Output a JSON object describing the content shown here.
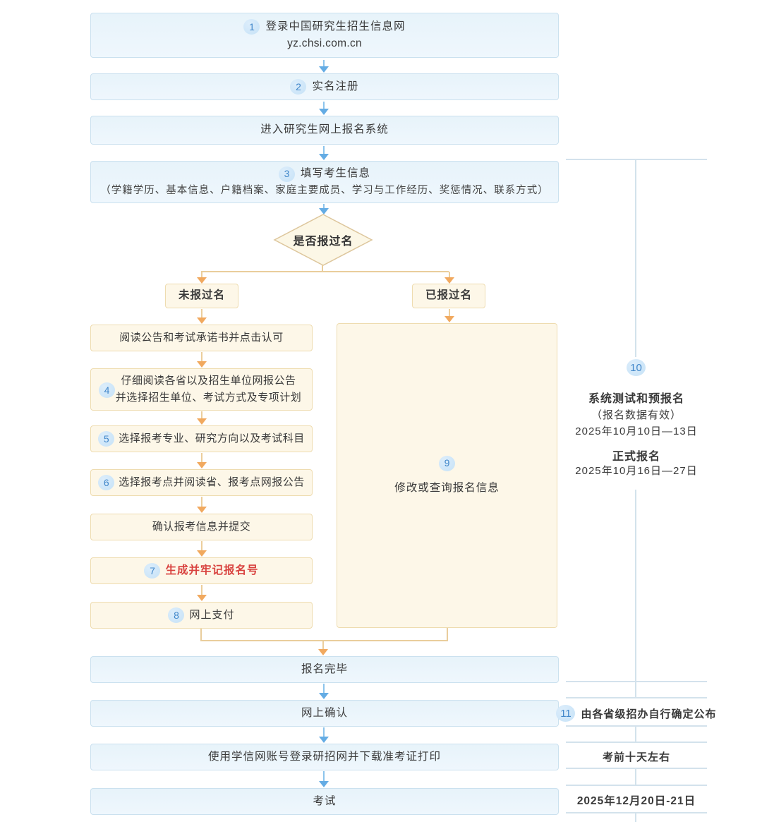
{
  "colors": {
    "box_blue_bg": "#e9f4fb",
    "box_blue_border": "#cbe1ef",
    "box_cream_bg": "#fdf7e8",
    "box_cream_border": "#eedcb0",
    "arrow_blue": "#64ace4",
    "arrow_orange_head": "#f1a95f",
    "arrow_orange_line": "#e9cd9c",
    "number_badge_bg": "#c9e3f8",
    "number_badge_text": "#4187ca",
    "highlight_red": "#d8413e",
    "timeline_line": "#d3e2ec"
  },
  "flow": {
    "step1": {
      "num": "1",
      "title": "登录中国研究生招生信息网",
      "url": "yz.chsi.com.cn"
    },
    "step2": {
      "num": "2",
      "label": "实名注册"
    },
    "enter_system": {
      "label": "进入研究生网上报名系统"
    },
    "step3": {
      "num": "3",
      "title": "填写考生信息",
      "detail": "（学籍学历、基本信息、户籍档案、家庭主要成员、学习与工作经历、奖惩情况、联系方式）"
    },
    "decision": {
      "label": "是否报过名"
    },
    "branch_no": {
      "label": "未报过名"
    },
    "branch_yes": {
      "label": "已报过名"
    },
    "read_notice": {
      "label": "阅读公告和考试承诺书并点击认可"
    },
    "step4": {
      "num": "4",
      "line1": "仔细阅读各省以及招生单位网报公告",
      "line2": "并选择招生单位、考试方式及专项计划"
    },
    "step5": {
      "num": "5",
      "label": "选择报考专业、研究方向以及考试科目"
    },
    "step6": {
      "num": "6",
      "label": "选择报考点并阅读省、报考点网报公告"
    },
    "confirm_submit": {
      "label": "确认报考信息并提交"
    },
    "step7": {
      "num": "7",
      "label": "生成并牢记报名号"
    },
    "step8": {
      "num": "8",
      "label": "网上支付"
    },
    "step9": {
      "num": "9",
      "label": "修改或查询报名信息"
    },
    "complete": {
      "label": "报名完毕"
    },
    "online_confirm": {
      "label": "网上确认"
    },
    "download_print": {
      "label": "使用学信网账号登录研招网并下载准考证打印"
    },
    "exam": {
      "label": "考试"
    }
  },
  "timeline": {
    "step10": {
      "num": "10",
      "phase1_title": "系统测试和预报名",
      "phase1_note": "（报名数据有效）",
      "phase1_dates": "2025年10月10日—13日",
      "phase2_title": "正式报名",
      "phase2_dates": "2025年10月16日—27日"
    },
    "step11": {
      "num": "11",
      "label": "由各省级招办自行确定公布"
    },
    "confirm_time": {
      "label": "考前十天左右"
    },
    "exam_date": {
      "label": "2025年12月20日-21日"
    }
  }
}
